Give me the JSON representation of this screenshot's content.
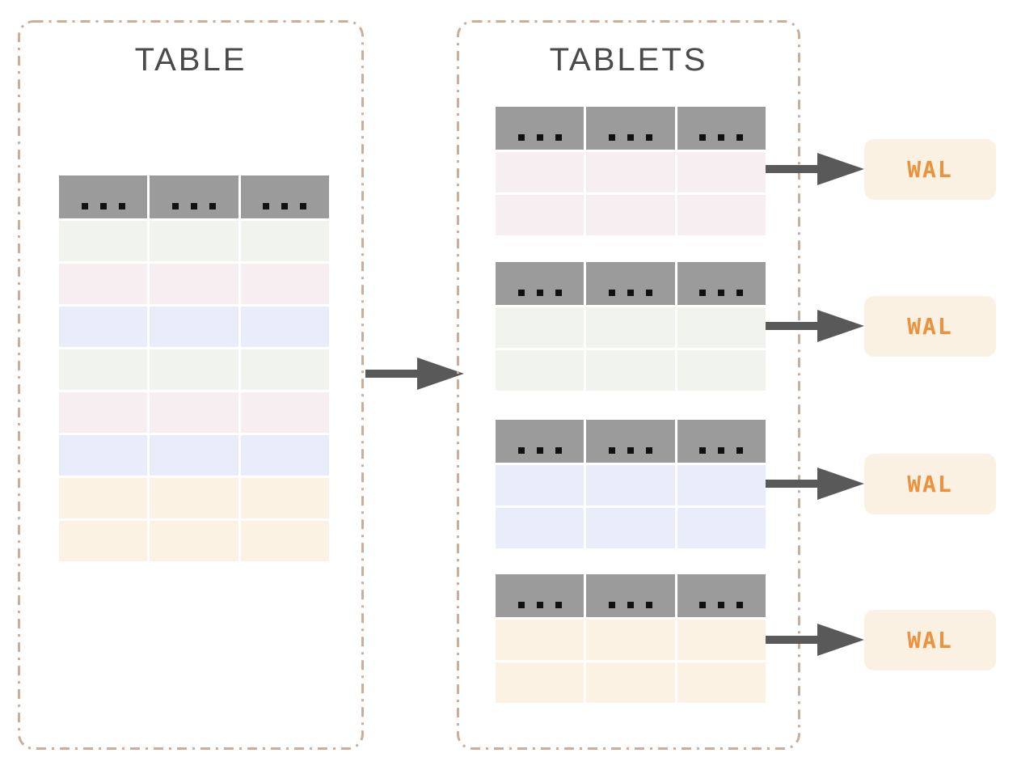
{
  "left_panel": {
    "title": "TABLE"
  },
  "right_panel": {
    "title": "TABLETS"
  },
  "big_table": {
    "columns": 3,
    "header_dots_per_cell": 3,
    "row_colors": [
      "green",
      "pink",
      "blue",
      "green",
      "pink",
      "blue",
      "orange",
      "orange"
    ]
  },
  "tablets": [
    {
      "columns": 3,
      "header_dots_per_cell": 3,
      "row_colors": [
        "pink",
        "pink"
      ]
    },
    {
      "columns": 3,
      "header_dots_per_cell": 3,
      "row_colors": [
        "green",
        "green"
      ]
    },
    {
      "columns": 3,
      "header_dots_per_cell": 3,
      "row_colors": [
        "blue",
        "blue"
      ]
    },
    {
      "columns": 3,
      "header_dots_per_cell": 3,
      "row_colors": [
        "orange",
        "orange"
      ]
    }
  ],
  "wal_boxes": [
    {
      "label": "WAL"
    },
    {
      "label": "WAL"
    },
    {
      "label": "WAL"
    },
    {
      "label": "WAL"
    }
  ],
  "colors": {
    "green": "#f0f4ec",
    "pink": "#f6eef1",
    "blue": "#e8edf9",
    "orange": "#fbf2e4",
    "header_gray": "#9b9b9b",
    "dot_black": "#111111",
    "arrow_gray": "#595959",
    "panel_border": "#c9ae9b",
    "wal_bg": "#fbf1e2",
    "wal_text": "#ec913d",
    "title_text": "#4a4a4a"
  }
}
